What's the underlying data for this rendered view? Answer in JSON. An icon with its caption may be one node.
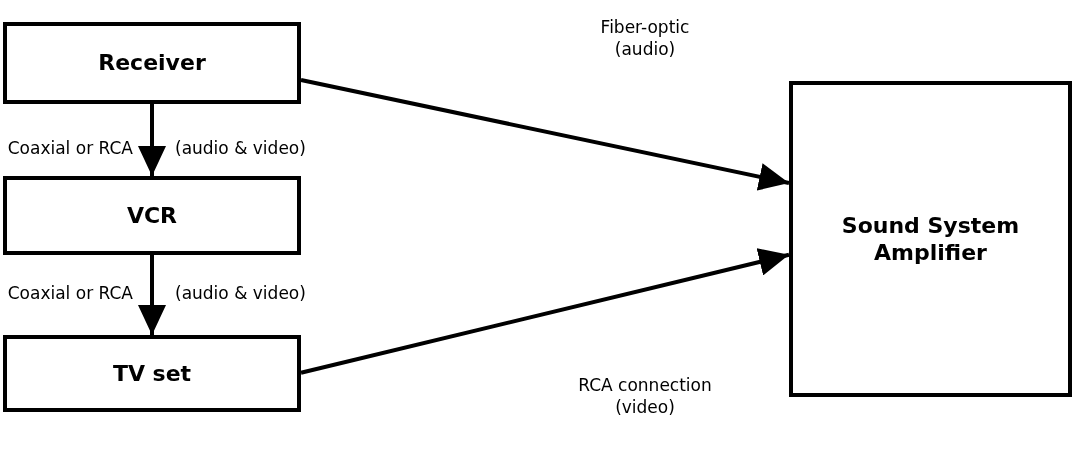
{
  "diagram": {
    "nodes": [
      {
        "text": [
          "Receiver"
        ]
      },
      {
        "text": [
          "VCR"
        ]
      },
      {
        "text": [
          "TV set"
        ]
      },
      {
        "text": [
          "Sound System Amplifier"
        ]
      }
    ],
    "edges": [
      {
        "from": 0,
        "to": 1,
        "arrow": "to",
        "label": "Coaxial or RCA"
      },
      {
        "from": 1,
        "to": 2,
        "arrow": "to",
        "label": "Coaxial or RCA"
      },
      {
        "from": 0,
        "to": 3,
        "arrow": "to",
        "label": "Fiber-optic (audio)"
      },
      {
        "from": 2,
        "to": 3,
        "arrow": "to",
        "label": "RCA connection (video)"
      }
    ],
    "labels": [
      "(audio & video)",
      "(audio & video)"
    ]
  }
}
